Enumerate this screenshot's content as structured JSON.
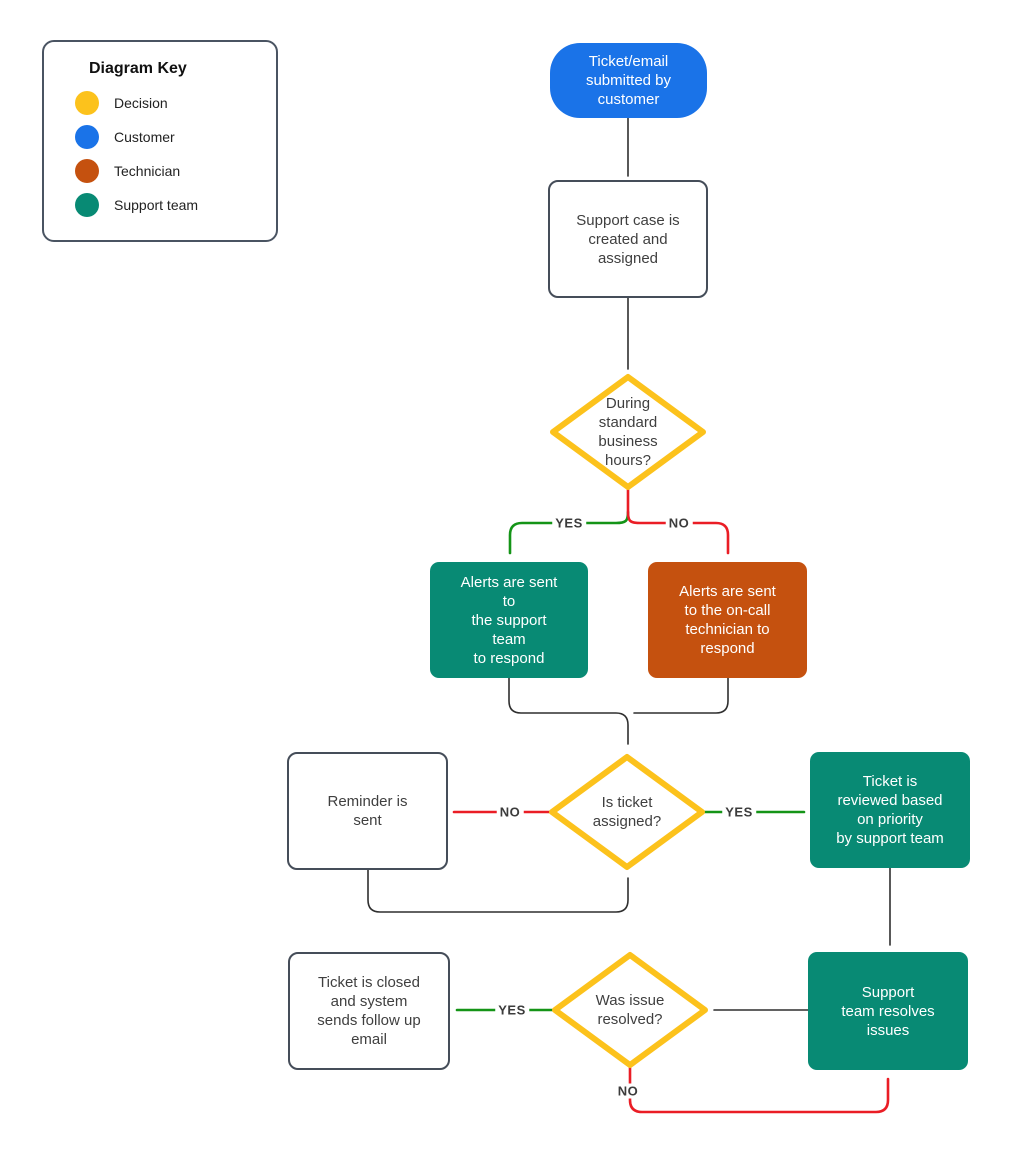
{
  "legend": {
    "title": "Diagram Key",
    "items": [
      {
        "label": "Decision",
        "color": "#fcc21c"
      },
      {
        "label": "Customer",
        "color": "#1a73e8"
      },
      {
        "label": "Technician",
        "color": "#c5510f"
      },
      {
        "label": "Support team",
        "color": "#088a74"
      }
    ]
  },
  "nodes": {
    "start": {
      "label": "Ticket/email\nsubmitted by\ncustomer",
      "fill": "#1a73e8"
    },
    "case_created": {
      "label": "Support case is\ncreated and\nassigned",
      "fill": "#ffffff"
    },
    "business_hours": {
      "label": "During\nstandard\nbusiness\nhours?",
      "fill": "#ffffff"
    },
    "alert_support": {
      "label": "Alerts are sent\nto\nthe support\nteam\nto respond",
      "fill": "#088a74"
    },
    "alert_technician": {
      "label": "Alerts are sent\nto the on-call\ntechnician to\nrespond",
      "fill": "#c5510f"
    },
    "reminder": {
      "label": "Reminder is\nsent",
      "fill": "#ffffff"
    },
    "is_assigned": {
      "label": "Is ticket\nassigned?",
      "fill": "#ffffff"
    },
    "reviewed": {
      "label": "Ticket is\nreviewed based\non priority\nby support team",
      "fill": "#088a74"
    },
    "closed": {
      "label": "Ticket is closed\nand system\nsends follow up\nemail",
      "fill": "#ffffff"
    },
    "was_resolved": {
      "label": "Was issue\nresolved?",
      "fill": "#ffffff"
    },
    "resolves": {
      "label": "Support\nteam resolves\nissues",
      "fill": "#088a74"
    }
  },
  "edge_labels": {
    "business_hours_yes": "YES",
    "business_hours_no": "NO",
    "assigned_no": "NO",
    "assigned_yes": "YES",
    "resolved_yes": "YES",
    "resolved_no": "NO"
  },
  "line_colors": {
    "yes": "#149417",
    "no": "#ea1d25",
    "default": "#2f2f2f"
  }
}
